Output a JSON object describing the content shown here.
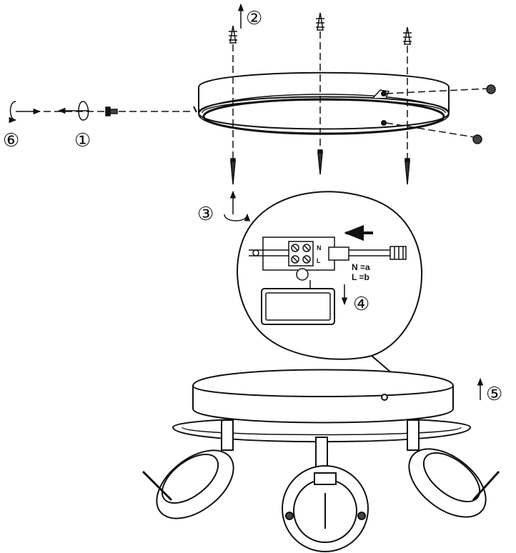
{
  "diagram": {
    "steps": {
      "s1": "①",
      "s2": "②",
      "s3": "③",
      "s4": "④",
      "s5": "⑤",
      "s6": "⑥"
    },
    "wiring": {
      "n_label": "N =a",
      "l_label": "L =b",
      "terminal_n": "N",
      "terminal_l": "L"
    }
  }
}
